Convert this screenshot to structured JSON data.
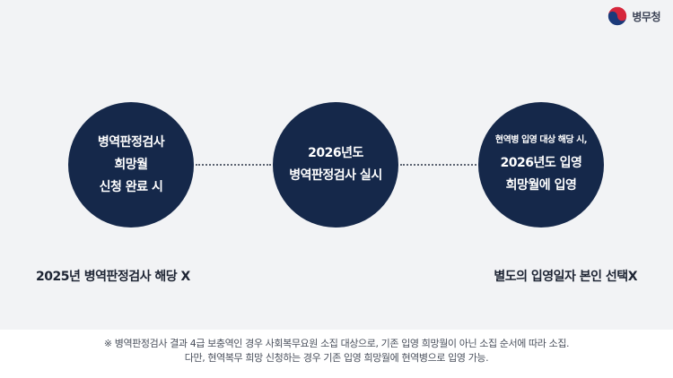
{
  "brand": {
    "name": "병무청"
  },
  "steps": [
    {
      "lines": [
        "병역판정검사",
        "희망월",
        "신청 완료 시"
      ]
    },
    {
      "lines": [
        "2026년도",
        "병역판정검사 실시"
      ]
    },
    {
      "small": "현역병 입영 대상 해당 시,",
      "lines": [
        "2026년도 입영",
        "희망월에 입영"
      ]
    }
  ],
  "notes": {
    "left": "2025년 병역판정검사 해당 X",
    "right": "별도의 입영일자 본인 선택X"
  },
  "footnote": {
    "line1": "※ 병역판정검사 결과 4급 보충역인 경우 사회복무요원 소집 대상으로, 기존 입영 희망월이 아닌 소집 순서에 따라 소집.",
    "line2": "다만, 현역복무 희망 신청하는 경우 기존 입영 희망월에 현역병으로 입영 가능."
  },
  "colors": {
    "circle": "#15284a",
    "background": "#f2f3f5",
    "text": "#1d2433"
  }
}
